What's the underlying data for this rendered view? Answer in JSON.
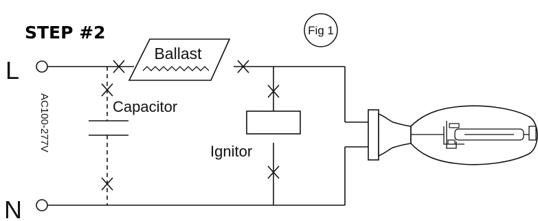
{
  "header": {
    "step": "STEP #2",
    "fig": "Fig 1"
  },
  "terminals": {
    "line": "L",
    "neutral": "N"
  },
  "supply_voltage": "AC100-277V",
  "components": {
    "ballast": "Ballast",
    "capacitor": "Capacitor",
    "ignitor": "Ignitor"
  }
}
